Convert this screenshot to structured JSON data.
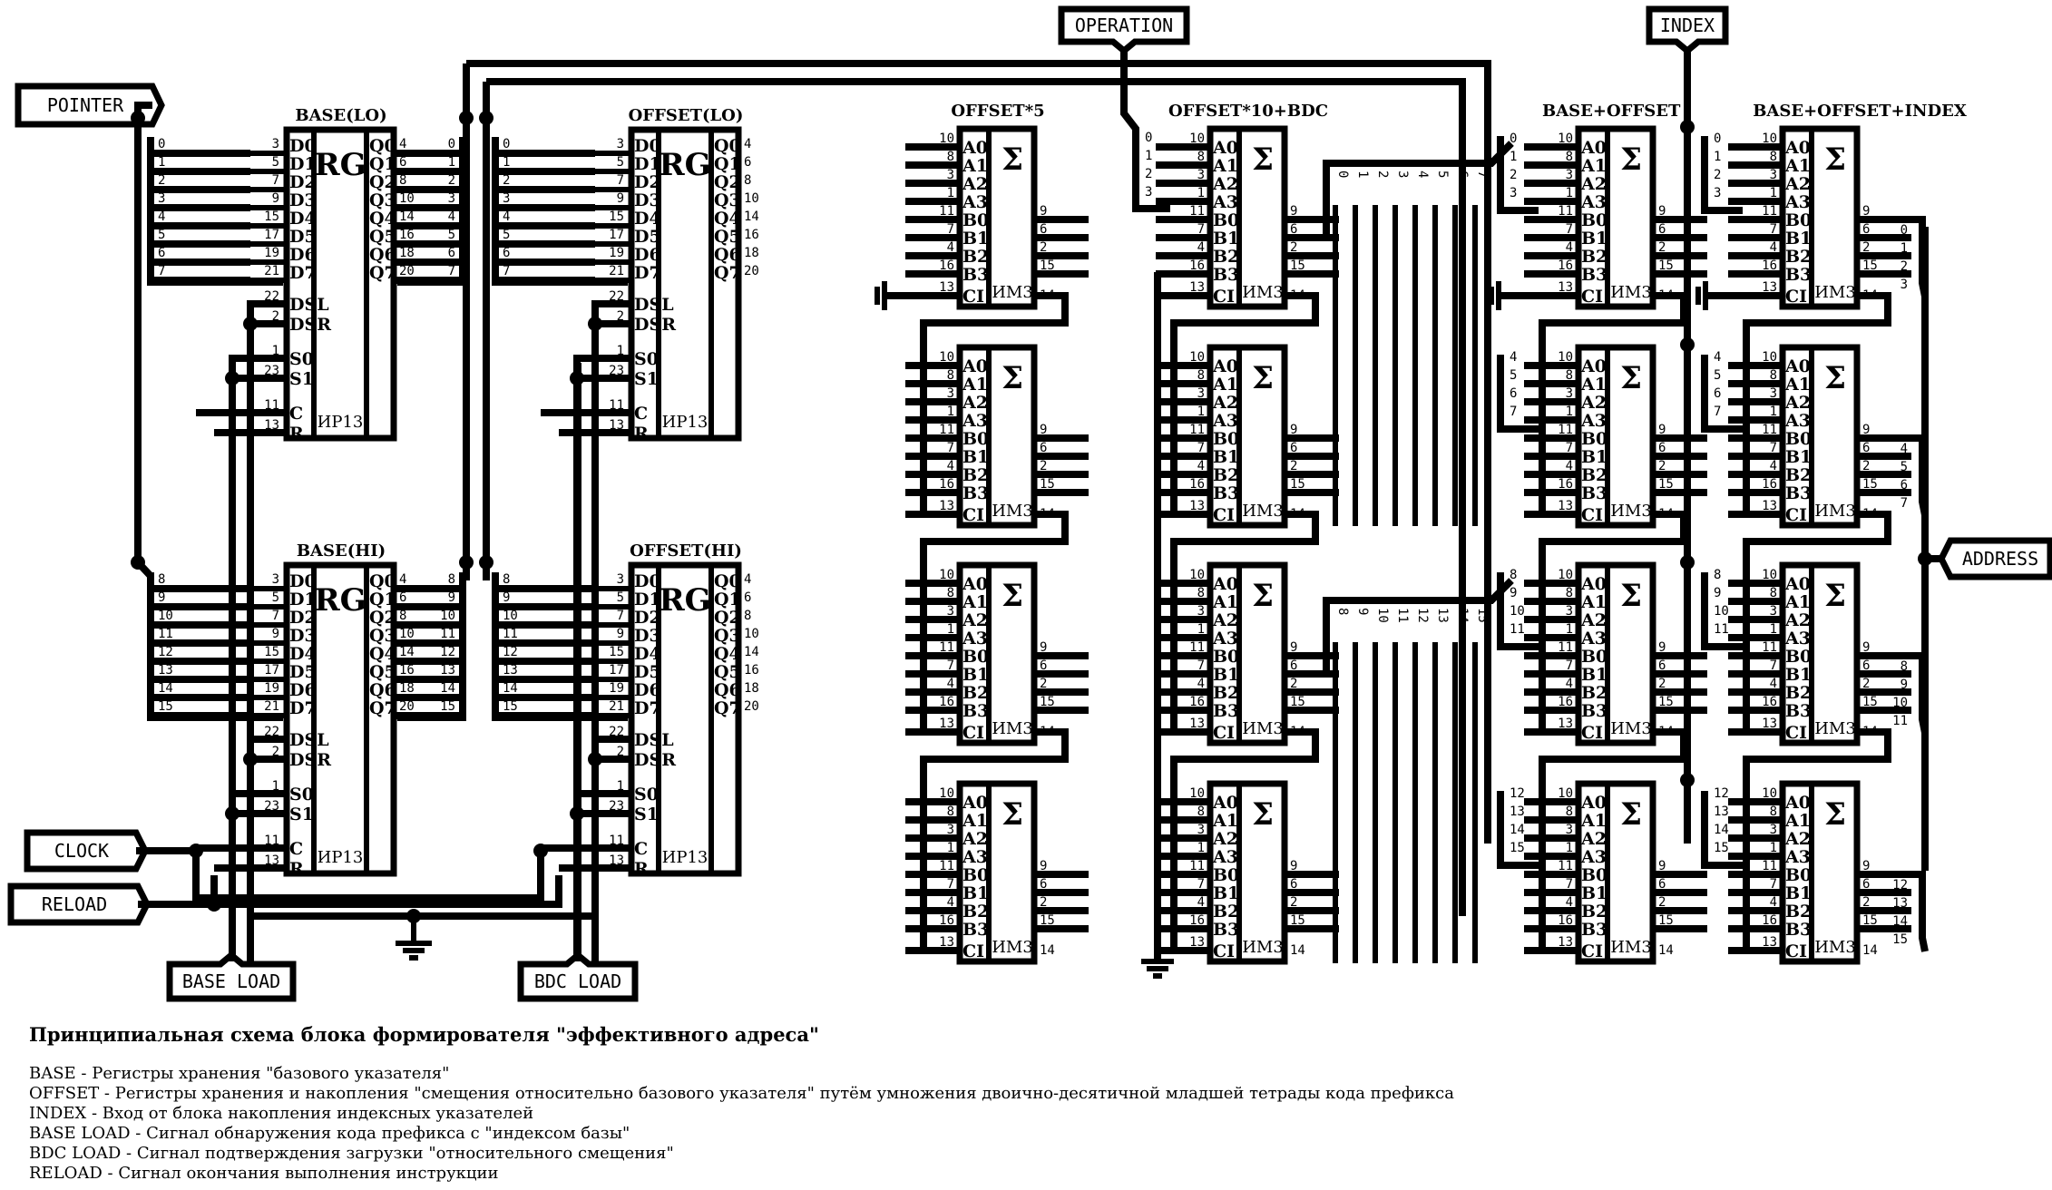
{
  "ports": {
    "pointer": "POINTER",
    "clock": "CLOCK",
    "reload": "RELOAD",
    "base_load": "BASE LOAD",
    "bdc_load": "BDC LOAD",
    "operation": "OPERATION",
    "index": "INDEX",
    "address": "ADDRESS"
  },
  "registers": [
    {
      "title": "BASE(LO)",
      "in_bits": [
        "0",
        "1",
        "2",
        "3",
        "4",
        "5",
        "6",
        "7"
      ],
      "out_bits": [
        "0",
        "1",
        "2",
        "3",
        "4",
        "5",
        "6",
        "7"
      ]
    },
    {
      "title": "BASE(HI)",
      "in_bits": [
        "8",
        "9",
        "10",
        "11",
        "12",
        "13",
        "14",
        "15"
      ],
      "out_bits": [
        "8",
        "9",
        "10",
        "11",
        "12",
        "13",
        "14",
        "15"
      ]
    },
    {
      "title": "OFFSET(LO)",
      "in_bits": [
        "0",
        "1",
        "2",
        "3",
        "4",
        "5",
        "6",
        "7"
      ],
      "out_bits": []
    },
    {
      "title": "OFFSET(HI)",
      "in_bits": [
        "8",
        "9",
        "10",
        "11",
        "12",
        "13",
        "14",
        "15"
      ],
      "out_bits": []
    }
  ],
  "register_chip": {
    "symbol": "RG",
    "part": "ИР13",
    "d_pins": [
      "D0",
      "D1",
      "D2",
      "D3",
      "D4",
      "D5",
      "D6",
      "D7"
    ],
    "d_nums": [
      "3",
      "5",
      "7",
      "9",
      "15",
      "17",
      "19",
      "21"
    ],
    "q_pins": [
      "Q0",
      "Q1",
      "Q2",
      "Q3",
      "Q4",
      "Q5",
      "Q6",
      "Q7"
    ],
    "q_nums": [
      "4",
      "6",
      "8",
      "10",
      "14",
      "16",
      "18",
      "20"
    ],
    "ctrl_pins": [
      "DSL",
      "DSR",
      "S0",
      "S1",
      "C",
      "R"
    ],
    "ctrl_nums": [
      "22",
      "2",
      "1",
      "23",
      "11",
      "13"
    ]
  },
  "adder_chip": {
    "symbol": "Σ",
    "part": "ИМ3",
    "in_pins": [
      "A0",
      "A1",
      "A2",
      "A3",
      "B0",
      "B1",
      "B2",
      "B3",
      "CI"
    ],
    "in_nums": [
      "10",
      "8",
      "3",
      "1",
      "11",
      "7",
      "4",
      "16",
      "13"
    ],
    "out_nums": [
      "9",
      "6",
      "2",
      "15"
    ],
    "carry_num": "14"
  },
  "adder_columns": [
    {
      "title": "OFFSET*5"
    },
    {
      "title": "OFFSET*10+BDC"
    },
    {
      "title": "BASE+OFFSET"
    },
    {
      "title": "BASE+OFFSET+INDEX"
    }
  ],
  "bus_labels": {
    "operation_bits": [
      "0",
      "1",
      "2",
      "3"
    ],
    "offset10_lo_bits": [
      "0",
      "1",
      "2",
      "3",
      "4",
      "5",
      "6",
      "7"
    ],
    "offset10_hi_bits": [
      "8",
      "9",
      "10",
      "11",
      "12",
      "13",
      "14",
      "15"
    ],
    "index_groups": [
      [
        "0",
        "1",
        "2",
        "3"
      ],
      [
        "4",
        "5",
        "6",
        "7"
      ],
      [
        "8",
        "9",
        "10",
        "11"
      ],
      [
        "12",
        "13",
        "14",
        "15"
      ]
    ],
    "address_groups": [
      [
        "0",
        "1",
        "2",
        "3"
      ],
      [
        "4",
        "5",
        "6",
        "7"
      ],
      [
        "8",
        "9",
        "10",
        "11"
      ],
      [
        "12",
        "13",
        "14",
        "15"
      ]
    ]
  },
  "legend": {
    "title": "Принципиальная схема блока формирователя \"эффективного адреса\"",
    "lines": [
      "BASE - Регистры хранения \"базового указателя\"",
      "OFFSET - Регистры хранения и накопления \"смещения относительно базового указателя\" путём умножения двоично-десятичной младшей тетрады кода префикса",
      "INDEX - Вход от блока накопления индексных указателей",
      "BASE LOAD - Сигнал обнаружения кода префикса с \"индексом базы\"",
      "BDC LOAD - Сигнал подтверждения загрузки \"относительного смещения\"",
      "RELOAD - Сигнал окончания выполнения инструкции"
    ]
  }
}
